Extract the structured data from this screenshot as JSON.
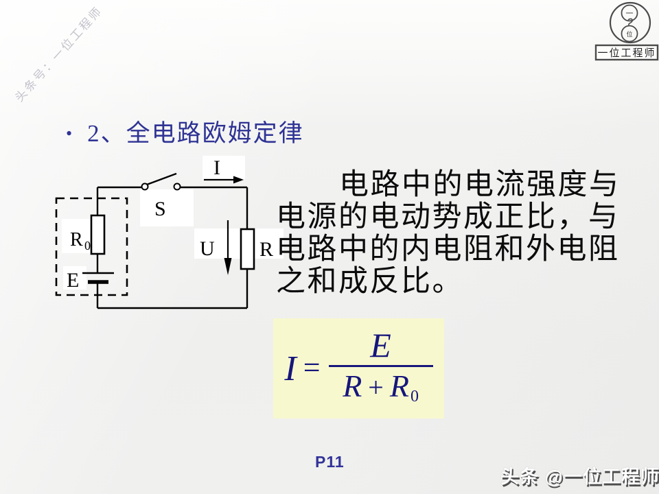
{
  "slide": {
    "watermark_topleft": "头条号：一位工程师",
    "watermark_bottomright": "头条 @一位工程师",
    "page_number": "P11"
  },
  "title": {
    "bullet": "•",
    "text": "2、全电路欧姆定律"
  },
  "logo": {
    "circle_top_char": "一",
    "circle_bottom_char": "位",
    "box_label": "一位工程师"
  },
  "circuit": {
    "labels": {
      "current": "I",
      "switch": "S",
      "voltage": "U",
      "resistor_external": "R",
      "resistor_internal_base": "R",
      "resistor_internal_sub": "0",
      "emf": "E"
    }
  },
  "paragraph": {
    "lines": [
      "电路中的电流强度与",
      "电源的电动势成正比，与",
      "电路中的内电阻和外电阻",
      "之和成反比。"
    ]
  },
  "formula": {
    "lhs": "I",
    "equals": "=",
    "numerator": "E",
    "den_r1": "R",
    "den_plus": "+",
    "den_r2": "R",
    "den_sub": "0"
  },
  "colors": {
    "title_blue": "#2f3394",
    "formula_ink": "#16167c",
    "formula_bg": "#f8f8cf",
    "page_number_blue": "#333399",
    "watermark_gray": "#c3c3cc"
  }
}
